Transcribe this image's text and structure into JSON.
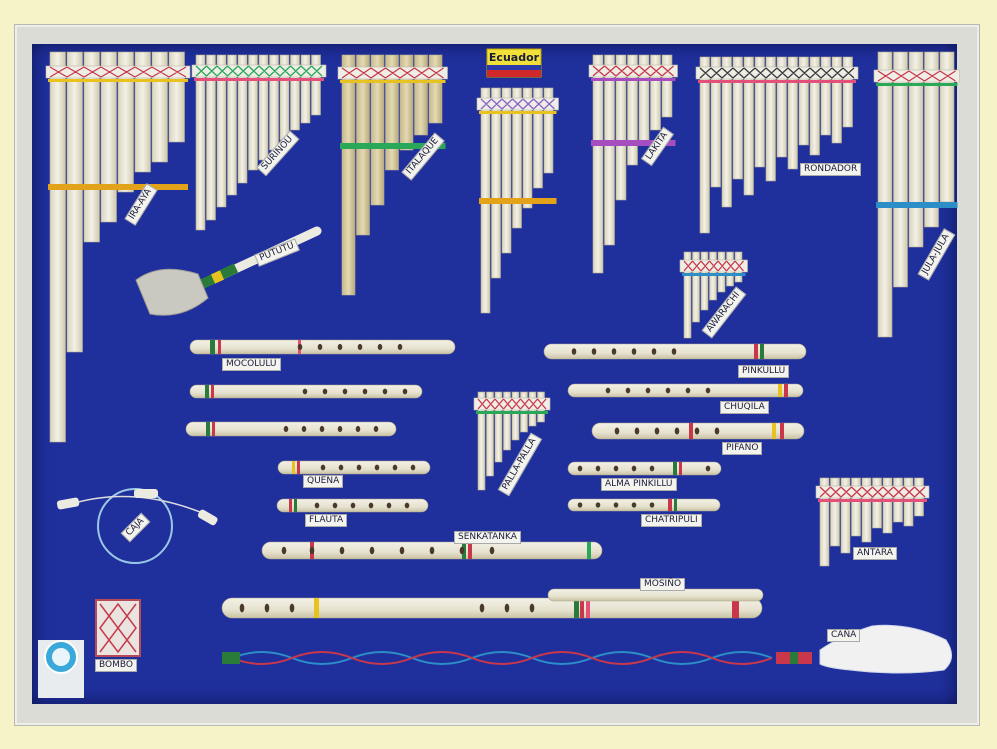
{
  "flag": {
    "title": "Ecuador"
  },
  "panpipes": {
    "pan1": "IRA-AYA",
    "pan2": "SURINOU",
    "pan3": "ITALAQUE",
    "pan4": "",
    "pan5": "LAKITA",
    "pan6": "RONDADOR",
    "pan7": "JULA-JULA",
    "awarachi": "AWARACHI",
    "palla": "PALLA-PALLA",
    "antara": "ANTARA"
  },
  "instruments": {
    "pututu": "PUTUTU",
    "mocolulu": "MOCOLULU",
    "pinkullu": "PINKULLU",
    "chuqila": "CHUQILA",
    "pifano": "PIFANO",
    "quena": "QUENA",
    "flauta": "FLAUTA",
    "alma_pinkillu": "ALMA PINKILLU",
    "chatripuli": "CHATRIPULI",
    "senkatanka": "SENKATANKA",
    "mosino": "MOSIÑO",
    "cana": "CAÑA",
    "caja": "CAJA",
    "bombo": "BOMBO"
  },
  "colors": {
    "board": "#1f2f9c",
    "cane": "#e9e6d6",
    "frame": "#dcdcd6",
    "wall": "#f6f3c8"
  }
}
